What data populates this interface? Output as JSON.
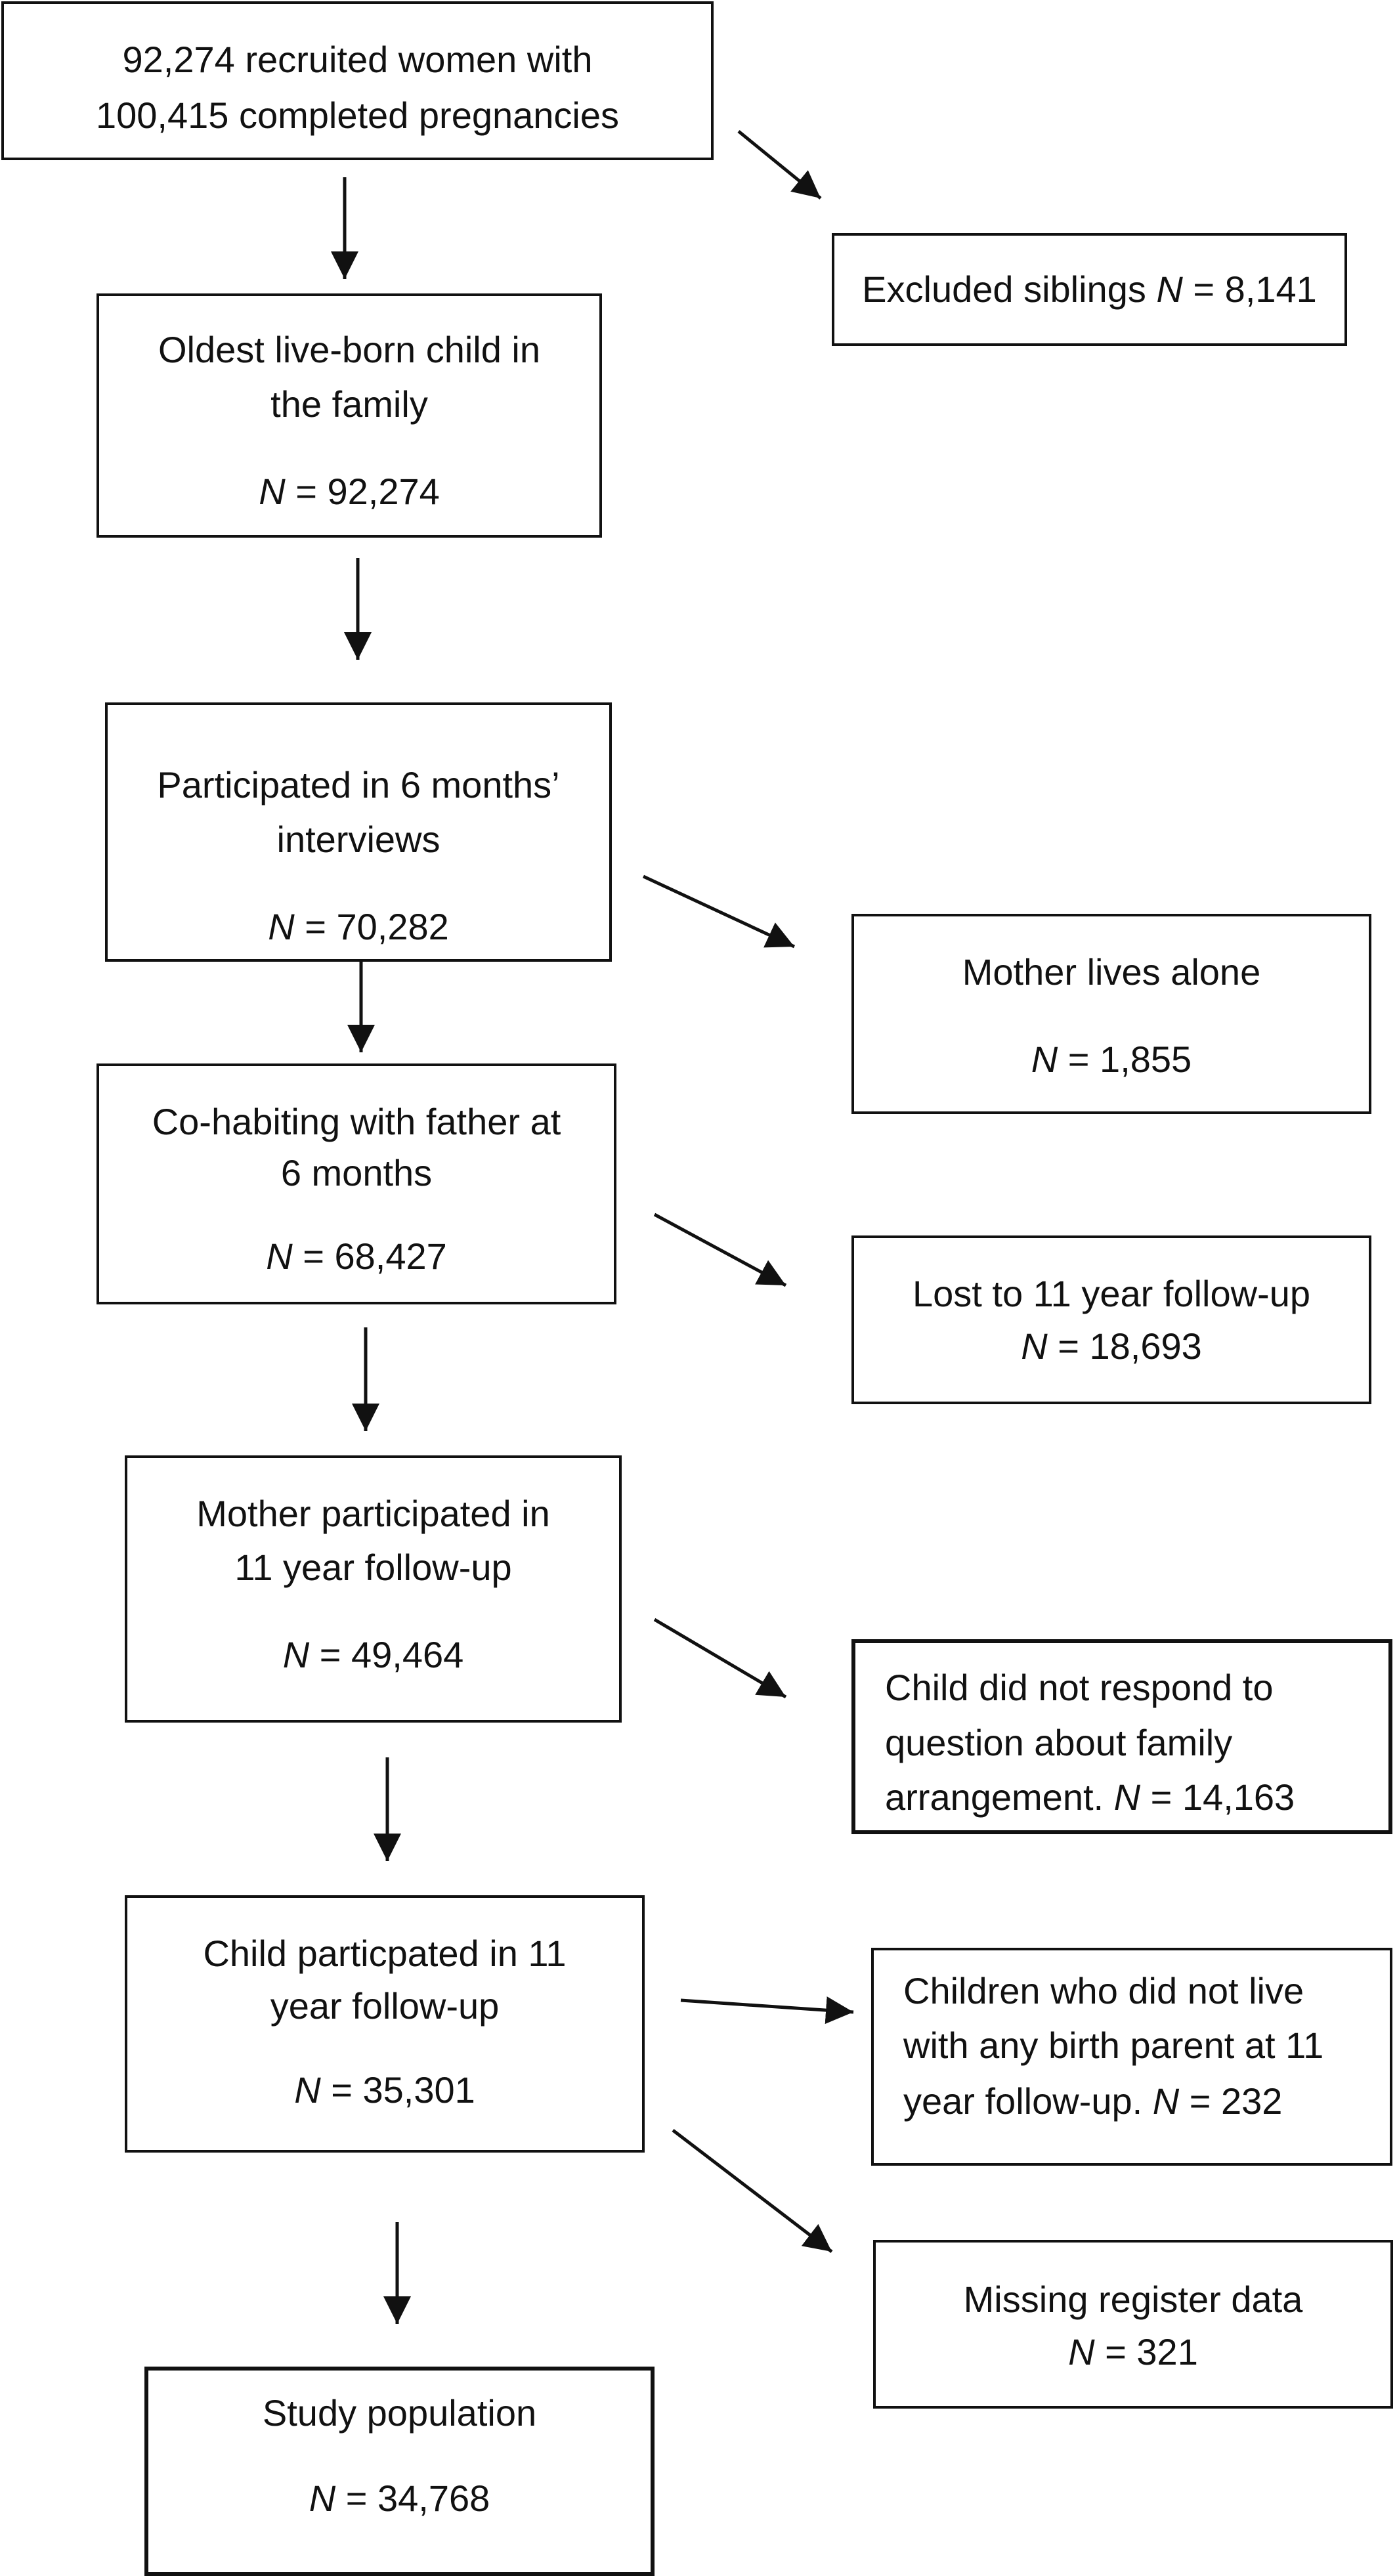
{
  "boxes": {
    "recruited": {
      "line1": "92,274 recruited women with",
      "line2": "100,415 completed pregnancies"
    },
    "excluded_siblings": {
      "text": "Excluded siblings ",
      "n_label": "N",
      "n_value": " = 8,141"
    },
    "oldest_child": {
      "line1": "Oldest live-born child in",
      "line2": "the family",
      "n_label": "N",
      "n_value": " =  92,274"
    },
    "participated_6m": {
      "line1": "Participated in 6 months’",
      "line2": "interviews",
      "n_label": "N",
      "n_value": " = 70,282"
    },
    "mother_alone": {
      "line1": "Mother lives alone",
      "n_label": "N",
      "n_value": " = 1,855"
    },
    "cohabiting": {
      "line1": "Co-habiting with father at",
      "line2": "6 months",
      "n_label": "N",
      "n_value": " = 68,427"
    },
    "lost_followup": {
      "line1": "Lost to 11 year follow-up",
      "n_label": "N",
      "n_value": " = 18,693"
    },
    "mother_participated": {
      "line1": "Mother participated in",
      "line2": "11 year follow-up",
      "n_label": "N",
      "n_value": " = 49,464"
    },
    "child_no_response": {
      "line1": "Child did not respond to",
      "line2": "question about family",
      "line3": "arrangement. ",
      "n_label": "N",
      "n_value": " = 14,163"
    },
    "child_participated": {
      "line1": "Child particpated in 11",
      "line2": "year follow-up",
      "n_label": "N",
      "n_value": " = 35,301"
    },
    "no_birth_parent": {
      "line1": "Children who did not live",
      "line2": "with any birth parent at 11",
      "line3": "year follow-up. ",
      "n_label": "N",
      "n_value": " = 232"
    },
    "missing_register": {
      "line1": "Missing register data",
      "n_label": "N",
      "n_value": " = 321"
    },
    "study_population": {
      "line1": "Study population",
      "n_label": "N",
      "n_value": " =  34,768"
    }
  }
}
